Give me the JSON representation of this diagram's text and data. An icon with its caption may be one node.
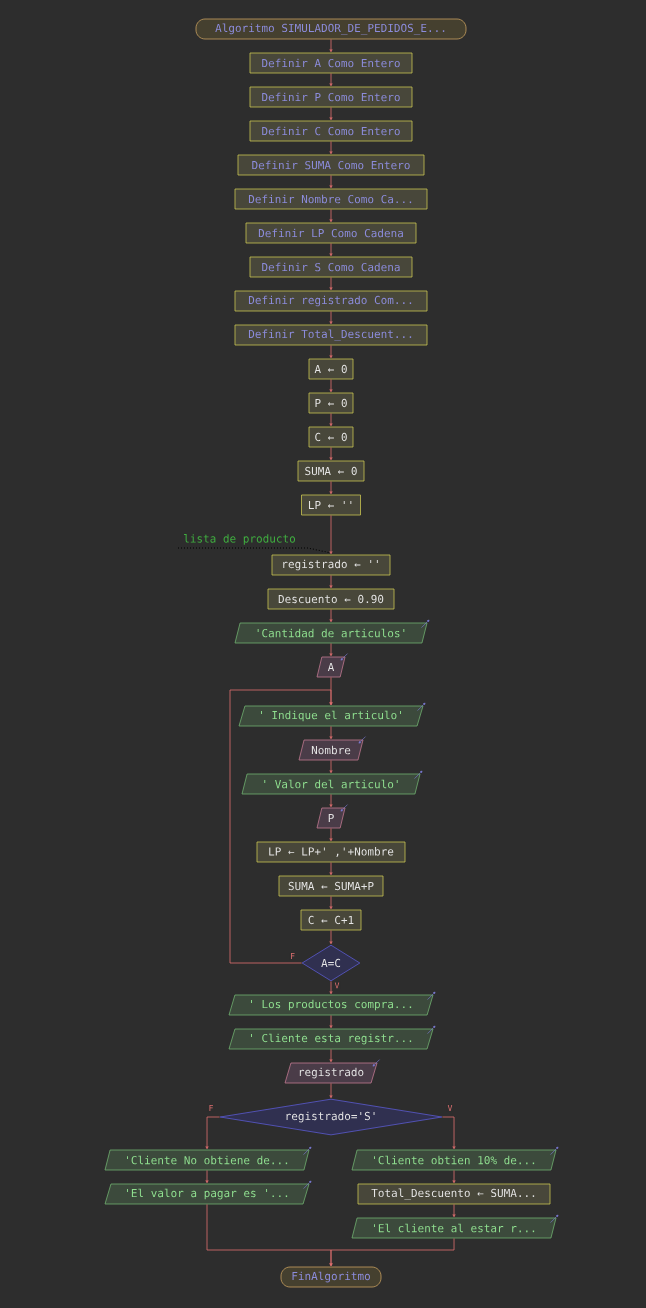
{
  "diagram": {
    "nodes": [
      {
        "text": [
          "Algoritmo SIMULADOR_DE_PEDIDOS_E..."
        ]
      },
      {
        "text": [
          "Definir A Como Entero"
        ]
      },
      {
        "text": [
          "Definir P Como Entero"
        ]
      },
      {
        "text": [
          "Definir C Como Entero"
        ]
      },
      {
        "text": [
          "Definir SUMA Como Entero"
        ]
      },
      {
        "text": [
          "Definir Nombre Como Ca..."
        ]
      },
      {
        "text": [
          "Definir LP Como Cadena"
        ]
      },
      {
        "text": [
          "Definir S Como Cadena"
        ]
      },
      {
        "text": [
          "Definir registrado Com..."
        ]
      },
      {
        "text": [
          "Definir Total_Descuent..."
        ]
      },
      {
        "text": [
          "A ← 0"
        ]
      },
      {
        "text": [
          "P ← 0"
        ]
      },
      {
        "text": [
          "C ← 0"
        ]
      },
      {
        "text": [
          "SUMA ← 0"
        ]
      },
      {
        "text": [
          "LP ← ''"
        ]
      },
      {
        "text": [
          "registrado ← ''"
        ]
      },
      {
        "text": [
          "Descuento ← 0.90"
        ]
      },
      {
        "text": [
          "'Cantidad de articulos'"
        ]
      },
      {
        "text": [
          "A"
        ]
      },
      {
        "text": [
          "' Indique el articulo'"
        ]
      },
      {
        "text": [
          "Nombre"
        ]
      },
      {
        "text": [
          "' Valor del articulo'"
        ]
      },
      {
        "text": [
          "P"
        ]
      },
      {
        "text": [
          "LP ← LP+' ,'+Nombre"
        ]
      },
      {
        "text": [
          "SUMA ← SUMA+P"
        ]
      },
      {
        "text": [
          "C ← C+1"
        ]
      },
      {
        "text": [
          "A=C"
        ]
      },
      {
        "text": [
          "' Los productos compra..."
        ]
      },
      {
        "text": [
          "' Cliente esta registr..."
        ]
      },
      {
        "text": [
          "registrado"
        ]
      },
      {
        "text": [
          "registrado='S'"
        ]
      },
      {
        "text": [
          "'Cliente No obtiene de..."
        ]
      },
      {
        "text": [
          "'El valor a pagar es '..."
        ]
      },
      {
        "text": [
          "'Cliente obtien 10% de..."
        ]
      },
      {
        "text": [
          "Total_Descuento ← SUMA..."
        ]
      },
      {
        "text": [
          "'El cliente al estar r..."
        ]
      },
      {
        "text": [
          "FinAlgoritmo"
        ]
      }
    ],
    "edges": [
      {
        "from": 0,
        "to": 1,
        "arrow": "to"
      },
      {
        "from": 1,
        "to": 2,
        "arrow": "to"
      },
      {
        "from": 2,
        "to": 3,
        "arrow": "to"
      },
      {
        "from": 3,
        "to": 4,
        "arrow": "to"
      },
      {
        "from": 4,
        "to": 5,
        "arrow": "to"
      },
      {
        "from": 5,
        "to": 6,
        "arrow": "to"
      },
      {
        "from": 6,
        "to": 7,
        "arrow": "to"
      },
      {
        "from": 7,
        "to": 8,
        "arrow": "to"
      },
      {
        "from": 8,
        "to": 9,
        "arrow": "to"
      },
      {
        "from": 9,
        "to": 10,
        "arrow": "to"
      },
      {
        "from": 10,
        "to": 11,
        "arrow": "to"
      },
      {
        "from": 11,
        "to": 12,
        "arrow": "to"
      },
      {
        "from": 12,
        "to": 13,
        "arrow": "to"
      },
      {
        "from": 13,
        "to": 14,
        "arrow": "to"
      },
      {
        "from": 14,
        "to": 15,
        "arrow": "to"
      },
      {
        "from": 15,
        "to": 16,
        "arrow": "to"
      },
      {
        "from": 16,
        "to": 17,
        "arrow": "to"
      },
      {
        "from": 17,
        "to": 18,
        "arrow": "to"
      },
      {
        "from": 18,
        "to": 19,
        "arrow": "to"
      },
      {
        "from": 19,
        "to": 20,
        "arrow": "to"
      },
      {
        "from": 20,
        "to": 21,
        "arrow": "to"
      },
      {
        "from": 21,
        "to": 22,
        "arrow": "to"
      },
      {
        "from": 22,
        "to": 23,
        "arrow": "to"
      },
      {
        "from": 23,
        "to": 24,
        "arrow": "to"
      },
      {
        "from": 24,
        "to": 25,
        "arrow": "to"
      },
      {
        "from": 25,
        "to": 26,
        "arrow": "to"
      },
      {
        "from": 26,
        "to": 19,
        "arrow": "to",
        "label": "F"
      },
      {
        "from": 26,
        "to": 27,
        "arrow": "to",
        "label": "V"
      },
      {
        "from": 27,
        "to": 28,
        "arrow": "to"
      },
      {
        "from": 28,
        "to": 29,
        "arrow": "to"
      },
      {
        "from": 29,
        "to": 30,
        "arrow": "to"
      },
      {
        "from": 30,
        "to": 31,
        "arrow": "to",
        "label": "F"
      },
      {
        "from": 30,
        "to": 33,
        "arrow": "to",
        "label": "V"
      },
      {
        "from": 31,
        "to": 32,
        "arrow": "to"
      },
      {
        "from": 33,
        "to": 34,
        "arrow": "to"
      },
      {
        "from": 34,
        "to": 35,
        "arrow": "to"
      },
      {
        "from": 32,
        "to": 36,
        "arrow": "to"
      },
      {
        "from": 35,
        "to": 36,
        "arrow": "to"
      }
    ],
    "labels": [
      "lista de producto"
    ]
  }
}
